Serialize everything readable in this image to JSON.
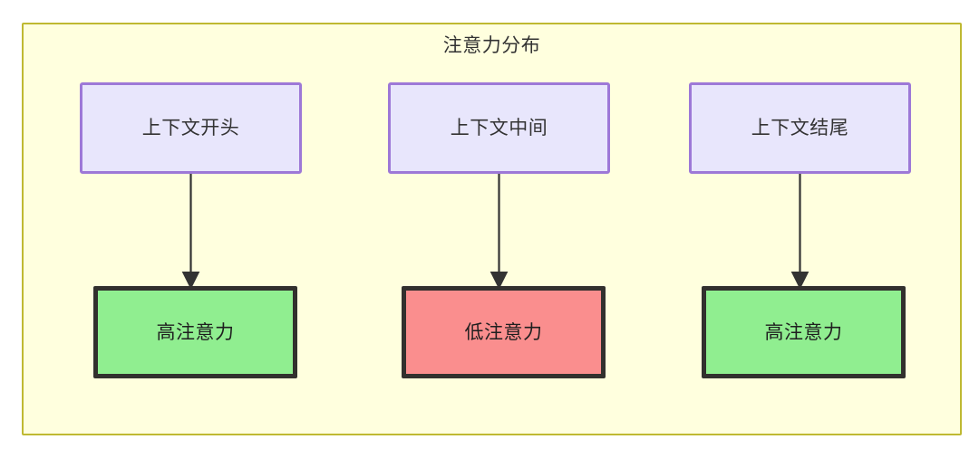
{
  "diagram": {
    "title": "注意力分布",
    "type": "flowchart",
    "container": {
      "fill": "#ffffde",
      "stroke": "#bfb932"
    },
    "palette": {
      "source_fill": "#e8e6fc",
      "source_stroke": "#9d78d7",
      "high_fill": "#90ee90",
      "low_fill": "#fa8e8e",
      "result_stroke": "#32302e",
      "edge_color": "#333333",
      "text_color": "#333333"
    },
    "columns": [
      {
        "source": {
          "label": "上下文开头"
        },
        "result": {
          "label": "高注意力",
          "level": "high"
        }
      },
      {
        "source": {
          "label": "上下文中间"
        },
        "result": {
          "label": "低注意力",
          "level": "low"
        }
      },
      {
        "source": {
          "label": "上下文结尾"
        },
        "result": {
          "label": "高注意力",
          "level": "high"
        }
      }
    ],
    "edges": [
      {
        "from": "上下文开头",
        "to": "高注意力"
      },
      {
        "from": "上下文中间",
        "to": "低注意力"
      },
      {
        "from": "上下文结尾",
        "to": "高注意力"
      }
    ]
  }
}
